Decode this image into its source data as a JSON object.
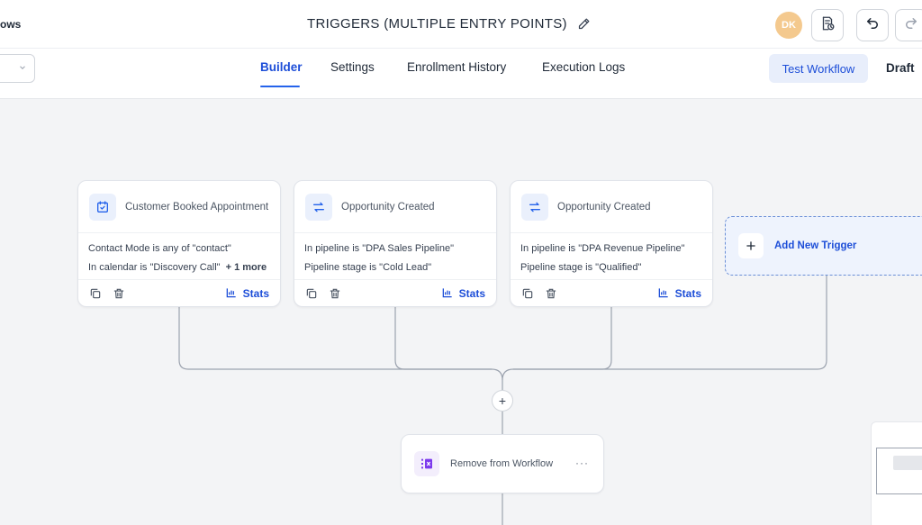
{
  "header": {
    "back_label": "ows",
    "title": "TRIGGERS (MULTIPLE ENTRY POINTS)",
    "avatar_initials": "DK"
  },
  "nav": {
    "tabs": [
      {
        "label": "Builder",
        "active": true
      },
      {
        "label": "Settings",
        "active": false
      },
      {
        "label": "Enrollment History",
        "active": false
      },
      {
        "label": "Execution Logs",
        "active": false
      }
    ],
    "test_button": "Test Workflow",
    "status": "Draft"
  },
  "triggers": [
    {
      "icon": "calendar-icon",
      "title": "Customer Booked Appointment",
      "conditions": [
        "Contact Mode is any of \"contact\"",
        "In calendar is \"Discovery Call\""
      ],
      "more": "+ 1 more",
      "stats_label": "Stats"
    },
    {
      "icon": "swap-arrows-icon",
      "title": "Opportunity Created",
      "conditions": [
        "In pipeline is \"DPA Sales Pipeline\"",
        "Pipeline stage is \"Cold Lead\""
      ],
      "stats_label": "Stats"
    },
    {
      "icon": "swap-arrows-icon",
      "title": "Opportunity Created",
      "conditions": [
        "In pipeline is \"DPA Revenue Pipeline\"",
        "Pipeline stage is \"Qualified\""
      ],
      "stats_label": "Stats"
    }
  ],
  "add_trigger": {
    "label": "Add New Trigger"
  },
  "add_step_symbol": "+",
  "action": {
    "label": "Remove from Workflow",
    "menu": "···"
  },
  "colors": {
    "accent": "#2563eb",
    "trigger_icon_bg": "#eaf0fc",
    "action_icon": "#7c3aed"
  }
}
